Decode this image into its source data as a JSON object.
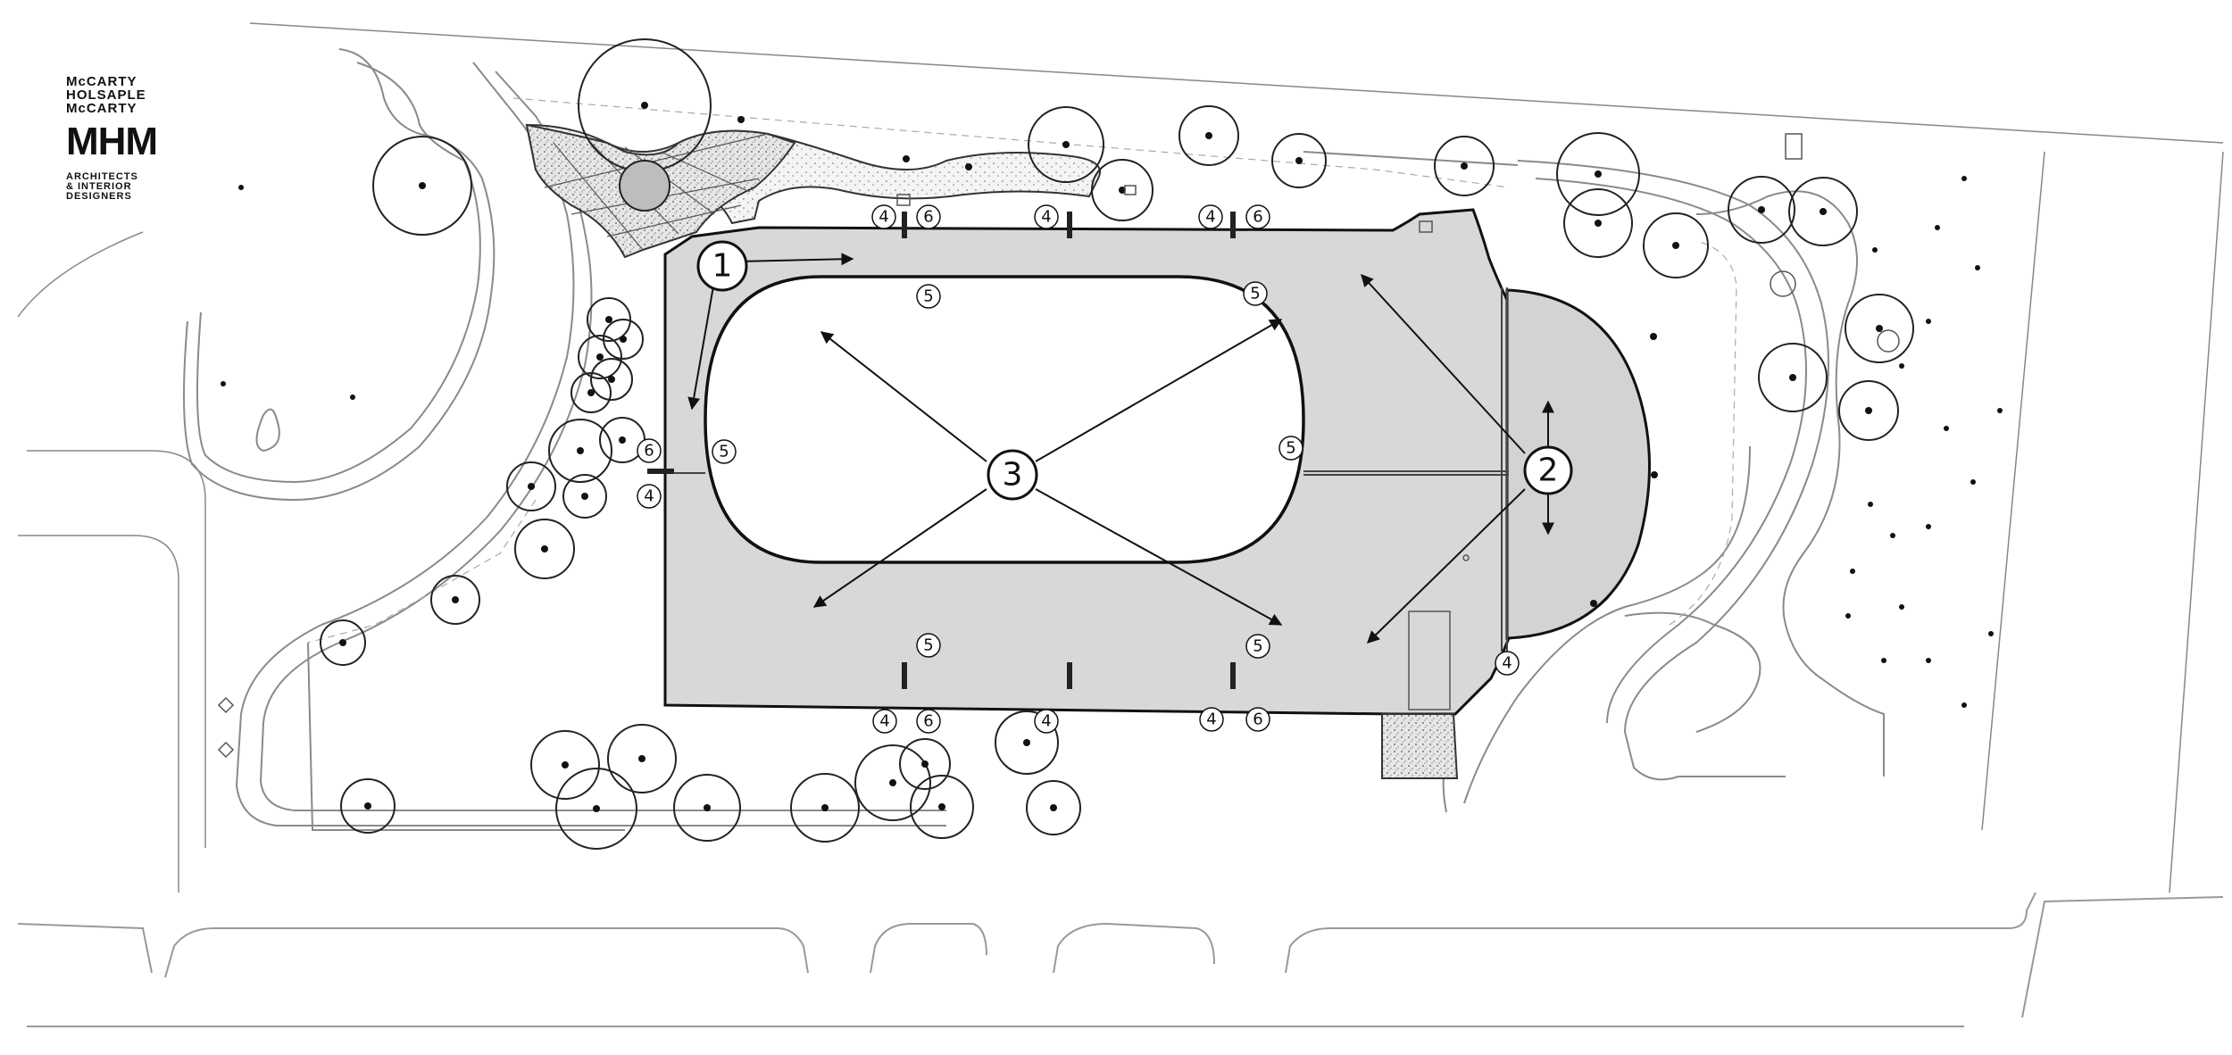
{
  "logo": {
    "line1": "McCARTY",
    "line2": "HOLSAPLE",
    "line3": "McCARTY",
    "monogram": "MHM",
    "sub1": "ARCHITECTS",
    "sub2": "& INTERIOR",
    "sub3": "DESIGNERS"
  },
  "callouts": {
    "one": "1",
    "two": "2",
    "three": "3",
    "four": "4",
    "five": "5",
    "six": "6"
  },
  "colors": {
    "paving": "#d9d9d9",
    "paving_dark": "#cfcfcf",
    "line": "#222222",
    "light_line": "#9a9a9a",
    "tree_dot": "#111111"
  }
}
